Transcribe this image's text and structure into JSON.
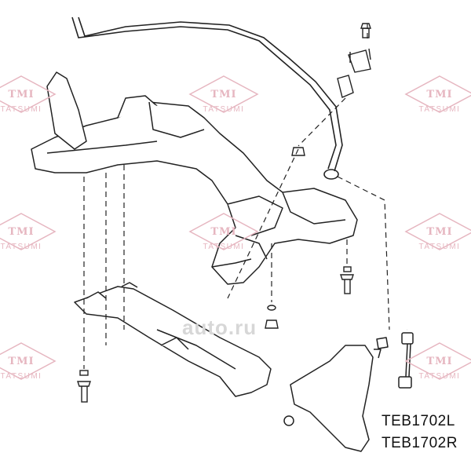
{
  "watermark": {
    "logo_text": "TMI",
    "brand_text": "TATSUMI",
    "color": "#e6b6c0"
  },
  "background_mark": "auto.ru",
  "part_numbers": [
    "TEB1702L",
    "TEB1702R"
  ],
  "line_color": "#222222"
}
